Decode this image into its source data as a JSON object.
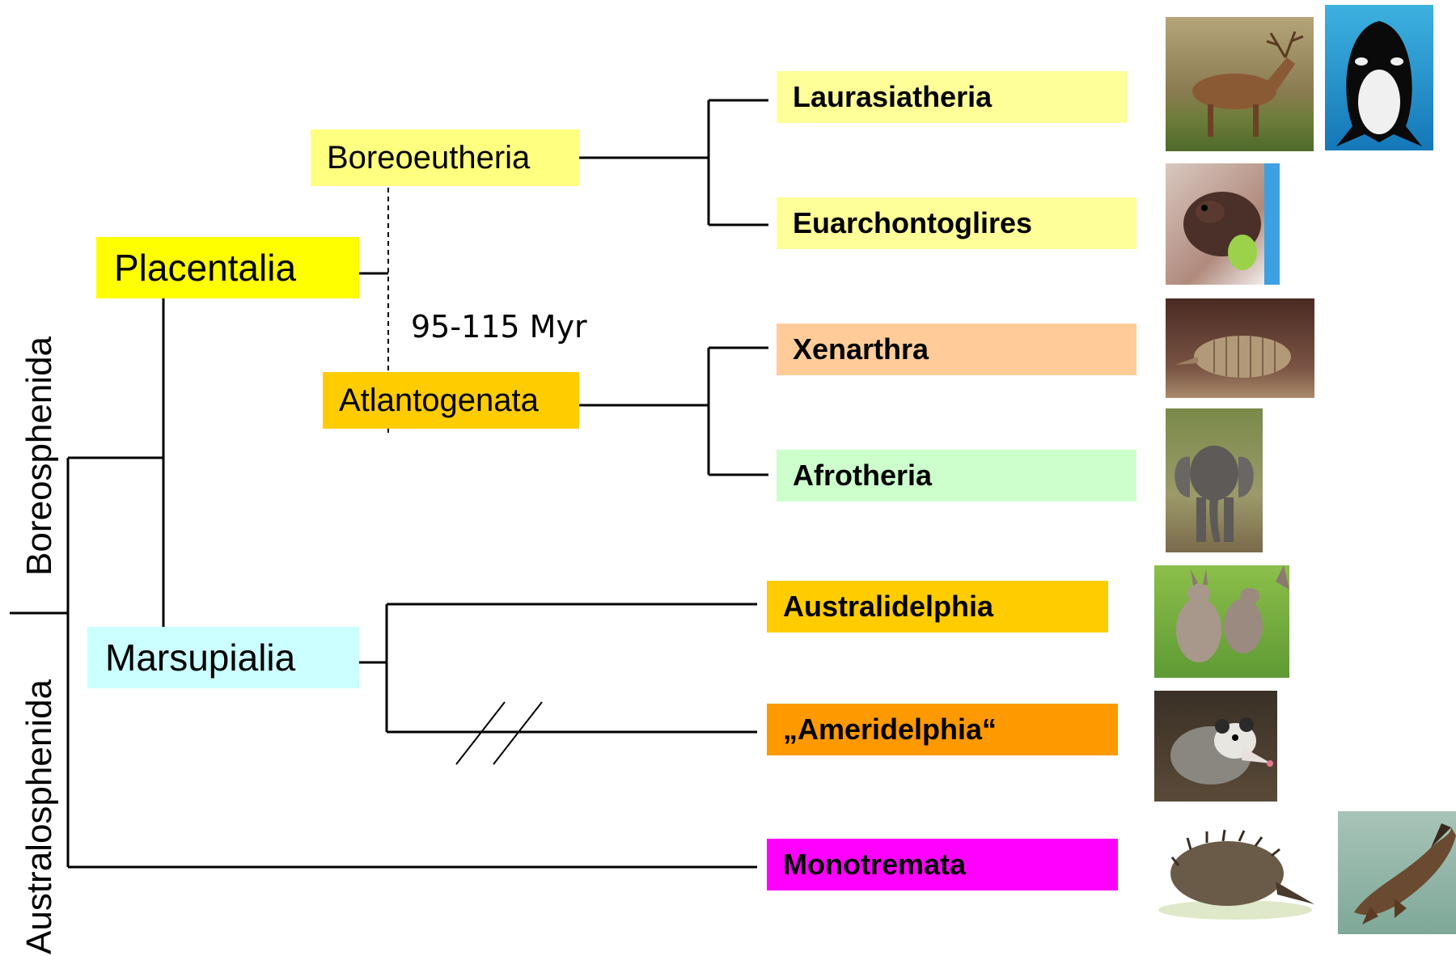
{
  "nodes": {
    "placentalia": "Placentalia",
    "marsupialia": "Marsupialia",
    "boreoeutheria": "Boreoeutheria",
    "atlantogenata": "Atlantogenata"
  },
  "leaves": {
    "laurasiatheria": "Laurasiatheria",
    "euarchontoglires": "Euarchontoglires",
    "xenarthra": "Xenarthra",
    "afrotheria": "Afrotheria",
    "australidelphia": "Australidelphia",
    "ameridelphia": "„Ameridelphia“",
    "monotremata": "Monotremata"
  },
  "side_labels": {
    "boreosphenida": "Boreosphenida",
    "australosphenida": "Australosphenida"
  },
  "divergence_time": "95-115 Myr",
  "colors": {
    "placentalia": "#ffff00",
    "boreoeutheria": "#ffff80",
    "atlantogenata": "#ffcc00",
    "marsupialia": "#ccffff",
    "laurasiatheria": "#ffff99",
    "euarchontoglires": "#ffff99",
    "xenarthra": "#ffcc99",
    "afrotheria": "#ccffcc",
    "australidelphia": "#ffcc00",
    "ameridelphia": "#ff9900",
    "monotremata": "#ff00ff"
  },
  "photos": [
    "red-deer",
    "orca",
    "rat",
    "armadillo",
    "elephant",
    "kangaroo",
    "opossum",
    "echidna",
    "platypus"
  ]
}
